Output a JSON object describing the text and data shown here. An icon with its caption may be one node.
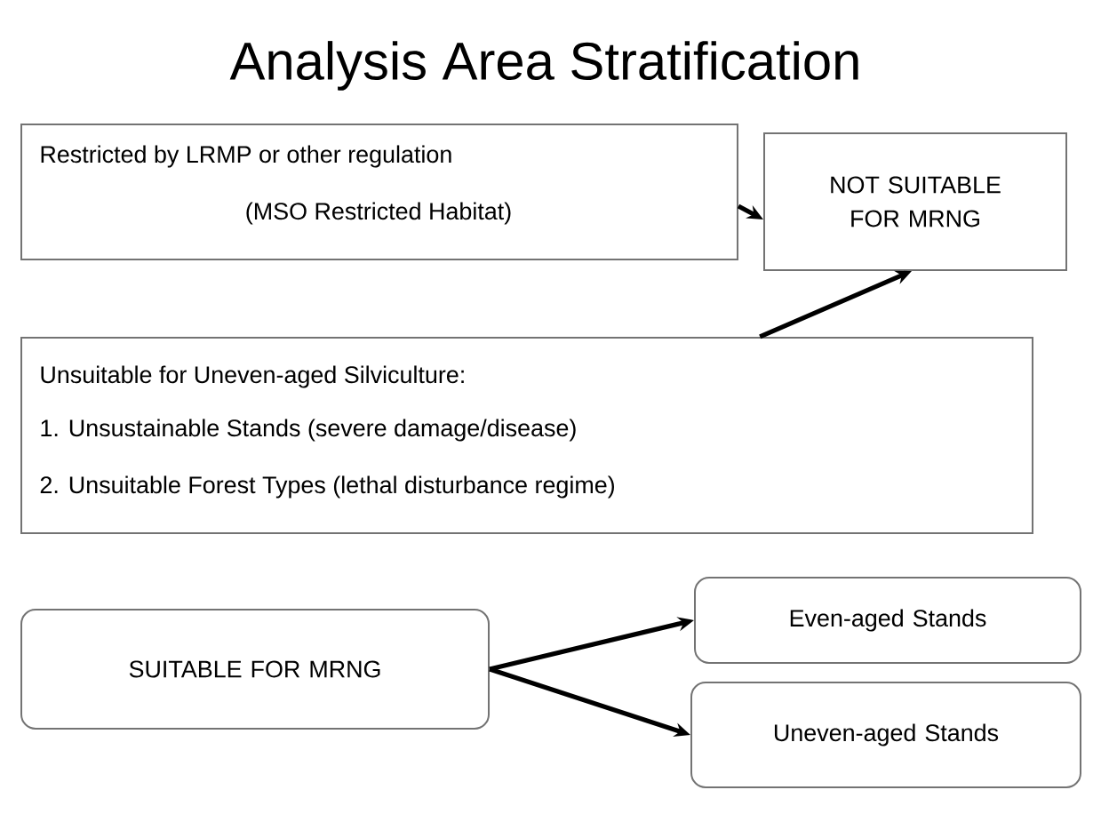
{
  "diagram": {
    "title": "Analysis Area Stratification",
    "nodes": [
      {
        "text": [
          "Restricted by LRMP or other regulation",
          "(MSO Restricted Habitat)"
        ]
      },
      {
        "text": [
          "NOT SUITABLE FOR MRNG"
        ]
      },
      {
        "text": [
          "Unsuitable for Uneven-aged Silviculture:",
          "1. Unsustainable Stands (severe damage/disease)",
          "2. Unsuitable Forest Types (lethal disturbance regime)"
        ]
      },
      {
        "text": [
          "SUITABLE FOR MRNG"
        ]
      },
      {
        "text": [
          "Even-aged Stands"
        ]
      },
      {
        "text": [
          "Uneven-aged Stands"
        ]
      }
    ],
    "edges": [
      {
        "from": 0,
        "to": 1,
        "arrow": "to"
      },
      {
        "from": 2,
        "to": 1,
        "arrow": "to"
      },
      {
        "from": 3,
        "to": 4,
        "arrow": "to"
      },
      {
        "from": 3,
        "to": 5,
        "arrow": "to"
      }
    ]
  }
}
